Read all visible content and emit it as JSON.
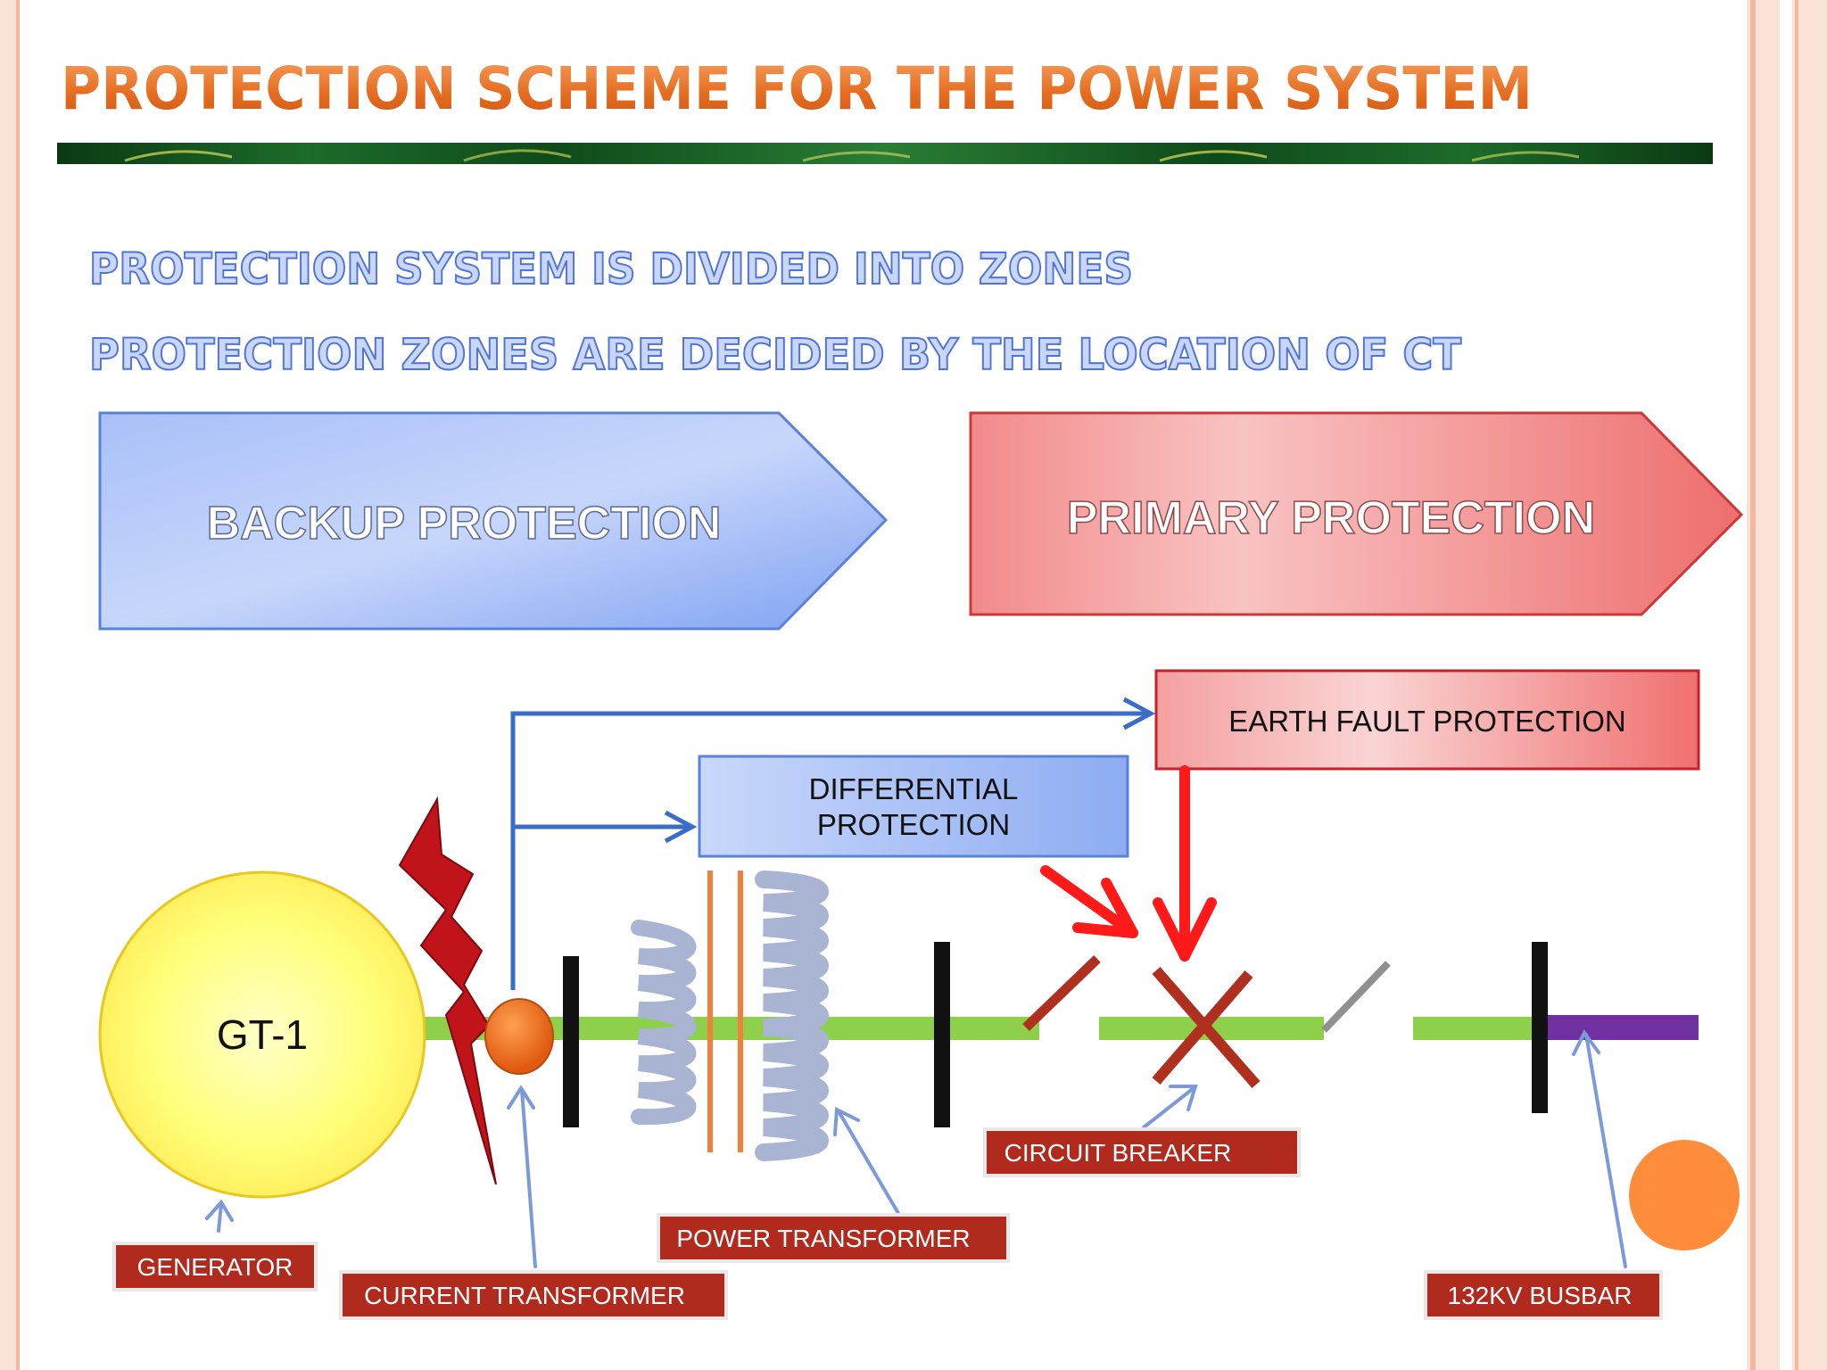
{
  "slide": {
    "title": "PROTECTION SCHEME FOR THE POWER SYSTEM",
    "bullets": [
      "PROTECTION SYSTEM IS DIVIDED INTO ZONES",
      "PROTECTION ZONES ARE DECIDED BY THE LOCATION OF CT"
    ]
  },
  "banners": {
    "backup": "BACKUP PROTECTION",
    "primary": "PRIMARY PROTECTION"
  },
  "boxes": {
    "earth_fault": "EARTH FAULT PROTECTION",
    "differential_line1": "DIFFERENTIAL",
    "differential_line2": "PROTECTION"
  },
  "generator_label": "GT-1",
  "component_labels": {
    "generator": "GENERATOR",
    "current_transformer": "CURRENT TRANSFORMER",
    "power_transformer": "POWER TRANSFORMER",
    "circuit_breaker": "CIRCUIT BREAKER",
    "busbar": "132KV BUSBAR"
  },
  "colors": {
    "title_orange": "#E97A2C",
    "bullet_blue": "#4F74D8",
    "backup_blue": "#8FAEF5",
    "primary_red": "#F07B7B",
    "label_red": "#B02A1E",
    "line_green": "#8ED04A",
    "busbar_purple": "#7030A0",
    "signal_blue": "#3A6CC8",
    "signal_red": "#FF1A1A",
    "generator_yellow": "#FFFF80",
    "ct_orange": "#F07020",
    "breaker_dark_red": "#B03020",
    "decor_orange": "#FF8C3A"
  }
}
